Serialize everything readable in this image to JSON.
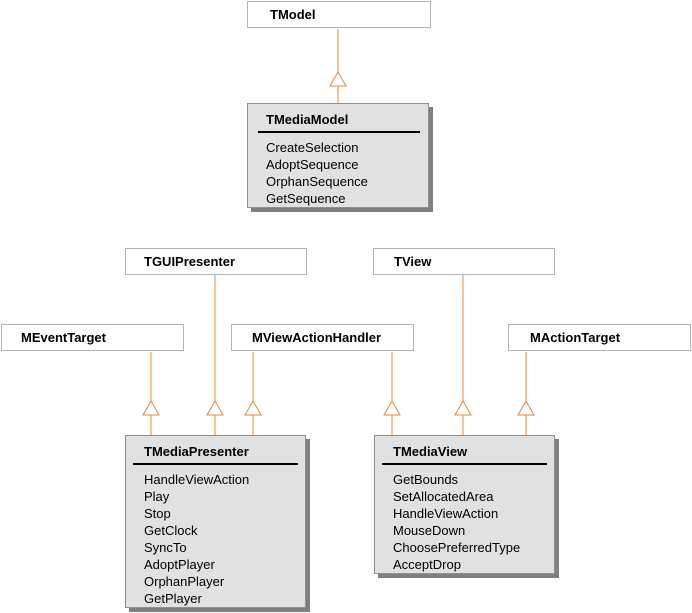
{
  "classes": {
    "tmodel": {
      "name": "TModel"
    },
    "tmediamodel": {
      "name": "TMediaModel",
      "methods": [
        "CreateSelection",
        "AdoptSequence",
        "OrphanSequence",
        "GetSequence"
      ]
    },
    "tguipresenter": {
      "name": "TGUIPresenter"
    },
    "tview": {
      "name": "TView"
    },
    "meventtarget": {
      "name": "MEventTarget"
    },
    "mviewactionhandler": {
      "name": "MViewActionHandler"
    },
    "mactiontarget": {
      "name": "MActionTarget"
    },
    "tmediapresenter": {
      "name": "TMediaPresenter",
      "methods": [
        "HandleViewAction",
        "Play",
        "Stop",
        "GetClock",
        "SyncTo",
        "AdoptPlayer",
        "OrphanPlayer",
        "GetPlayer"
      ]
    },
    "tmediaview": {
      "name": "TMediaView",
      "methods": [
        "GetBounds",
        "SetAllocatedArea",
        "HandleViewAction",
        "MouseDown",
        "ChoosePreferredType",
        "AcceptDrop"
      ]
    }
  },
  "colors": {
    "connector": "#e8873a",
    "shadow": "#808080",
    "class_fill": "#e1e1e1"
  }
}
